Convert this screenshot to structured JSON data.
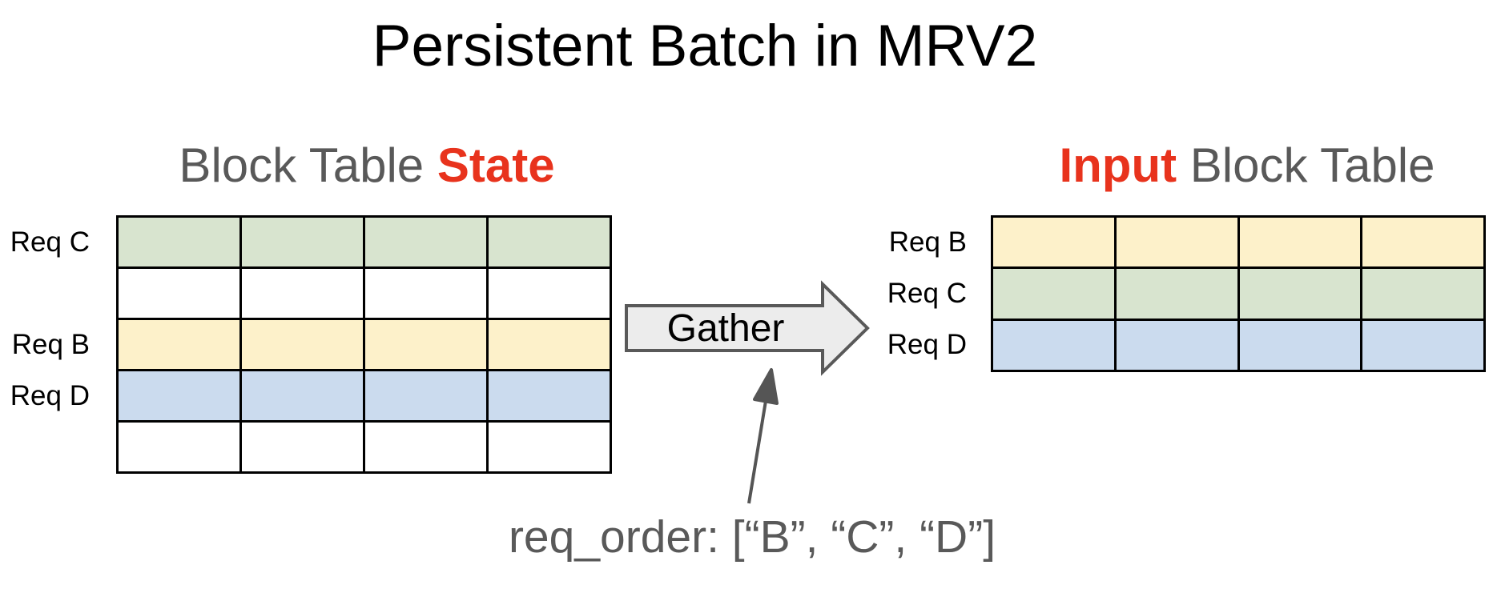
{
  "title": "Persistent Batch in MRV2",
  "left_panel": {
    "title_prefix": "Block Table ",
    "title_highlight": "State"
  },
  "right_panel": {
    "title_highlight": "Input",
    "title_suffix": " Block Table"
  },
  "gather": {
    "label": "Gather"
  },
  "annotation": {
    "text": "req_order: [“B”, “C”, “D”]"
  },
  "state_table": {
    "columns": 4,
    "rows": [
      {
        "label": "Req C",
        "color": "green"
      },
      {
        "label": "",
        "color": "white"
      },
      {
        "label": "Req B",
        "color": "yellow"
      },
      {
        "label": "Req D",
        "color": "blue"
      },
      {
        "label": "",
        "color": "white"
      }
    ]
  },
  "input_table": {
    "columns": 4,
    "rows": [
      {
        "label": "Req B",
        "color": "yellow"
      },
      {
        "label": "Req C",
        "color": "green"
      },
      {
        "label": "Req D",
        "color": "blue"
      }
    ]
  },
  "colors": {
    "green": "#d8e4cf",
    "yellow": "#fdf1ca",
    "blue": "#cbdbee",
    "white": "#ffffff",
    "table_border": "#000000",
    "title_gray": "#595959",
    "highlight_red": "#e8331d",
    "arrow_fill": "#ececec",
    "arrow_stroke": "#595959",
    "annotation_arrow": "#555555"
  }
}
